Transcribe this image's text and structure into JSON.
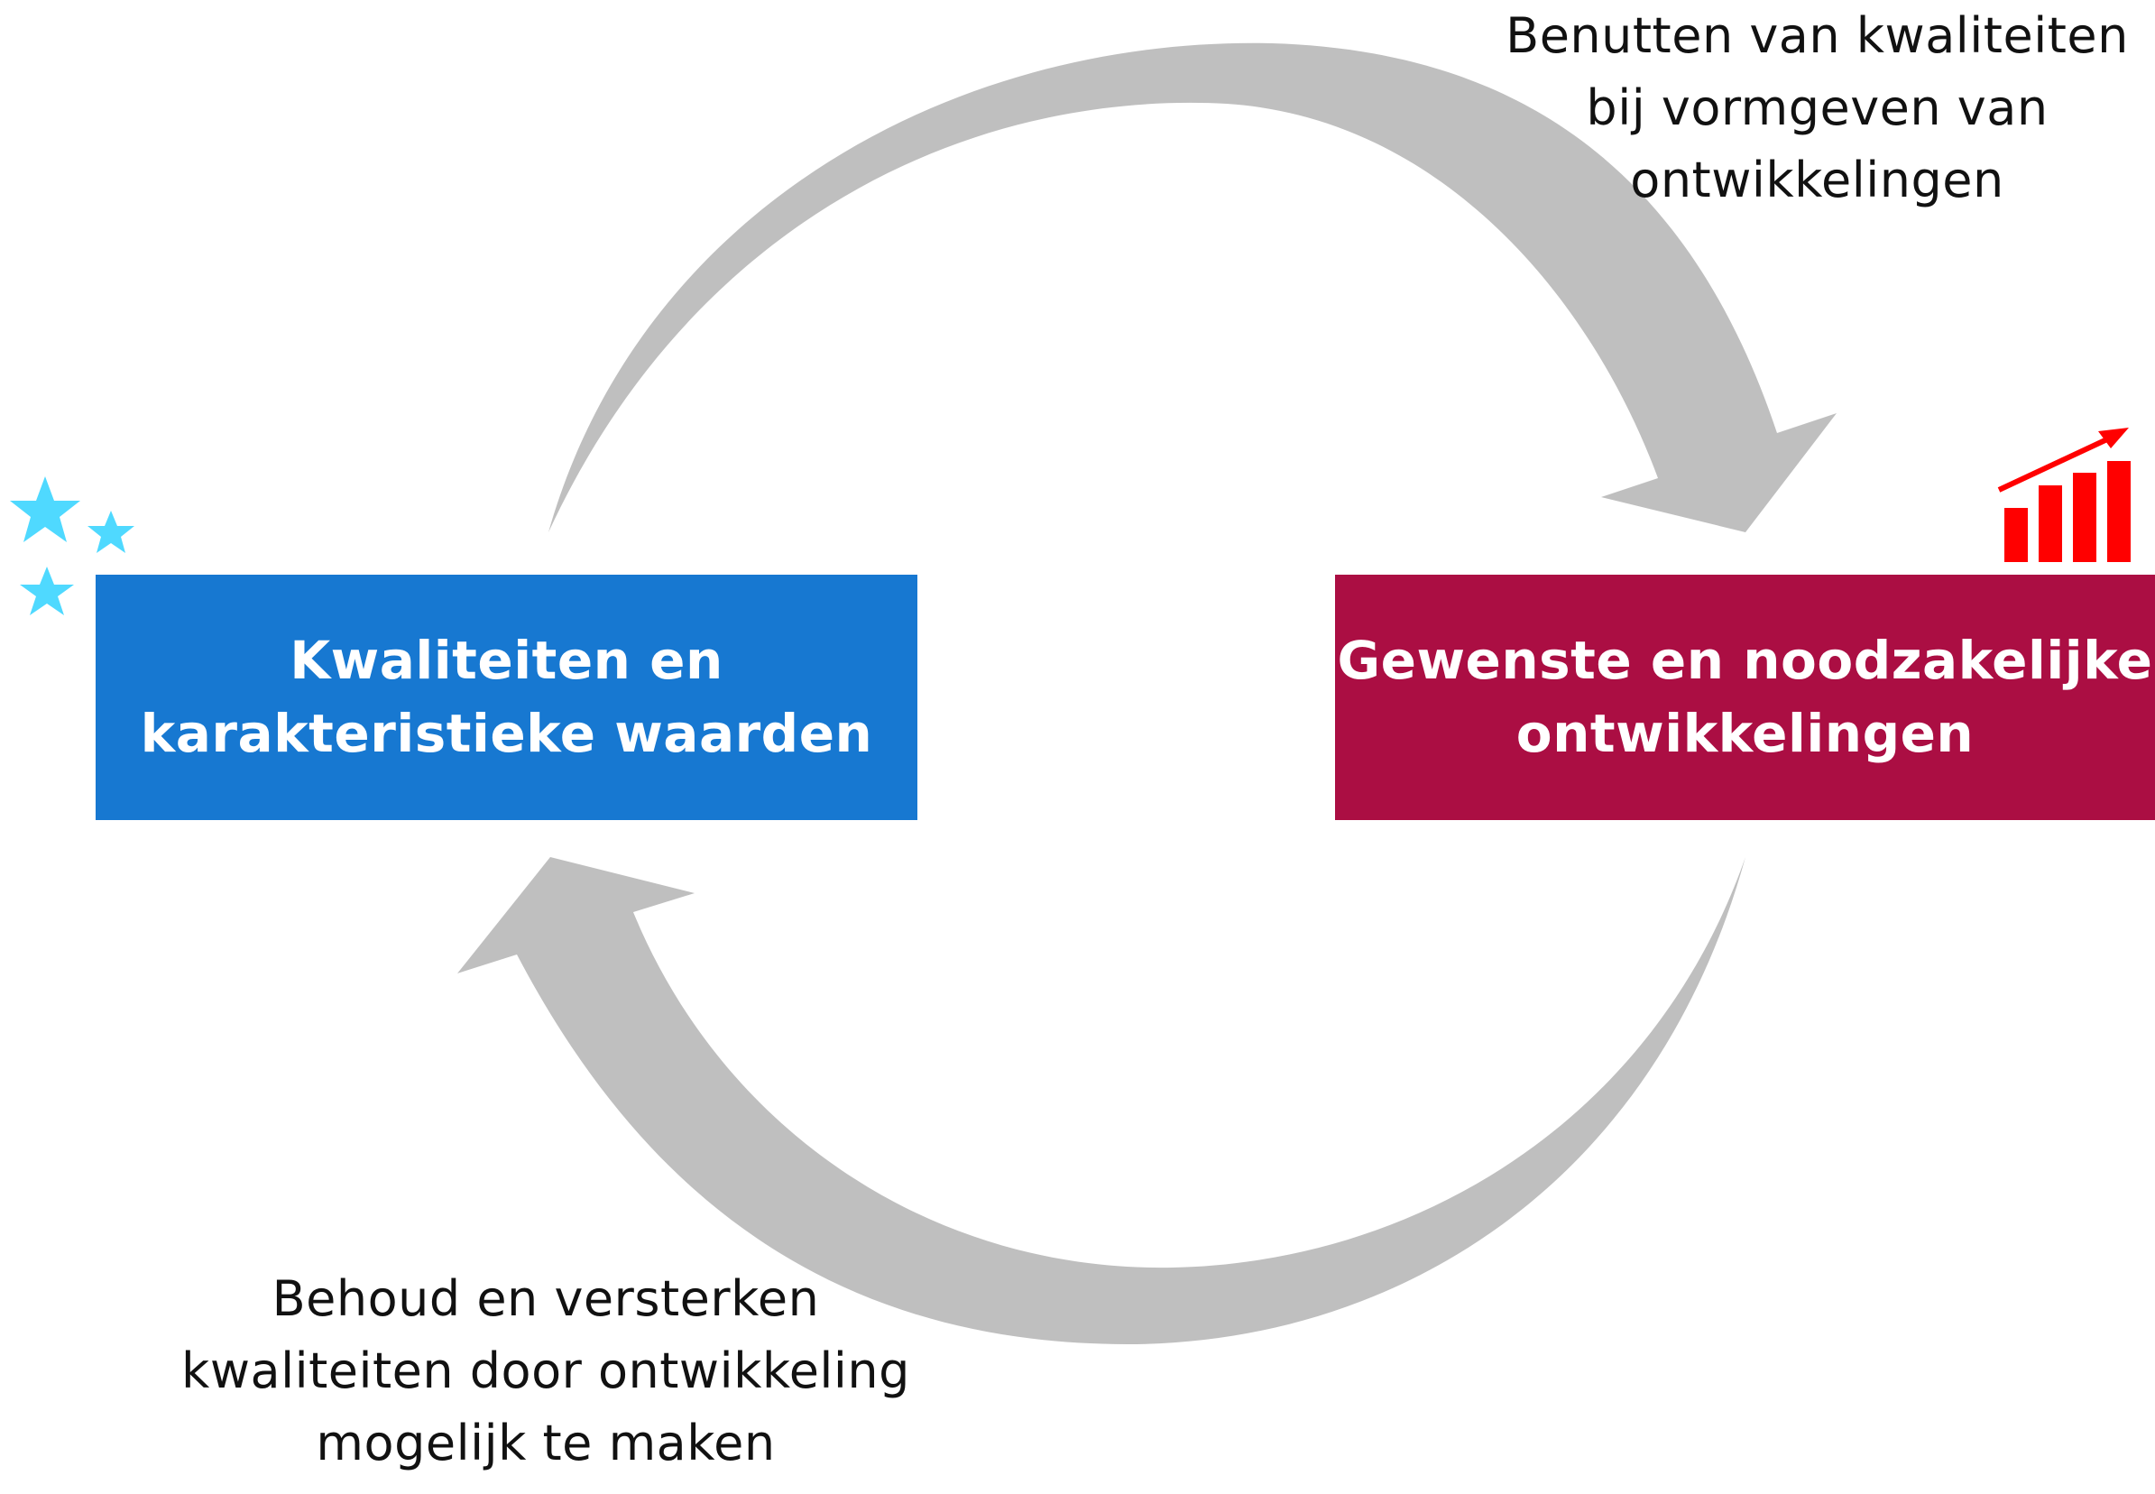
{
  "nodes": {
    "left": {
      "line1": "Kwaliteiten en",
      "line2": "karakteristieke waarden",
      "color": "#1778d1"
    },
    "right": {
      "line1": "Gewenste en noodzakelijke",
      "line2": "ontwikkelingen",
      "color": "#ab0e43"
    }
  },
  "edges": {
    "top": {
      "line1": "Benutten van kwaliteiten",
      "line2": "bij vormgeven van",
      "line3": "ontwikkelingen"
    },
    "bottom": {
      "line1": "Behoud en versterken",
      "line2": "kwaliteiten door ontwikkeling",
      "line3": "mogelijk te maken"
    }
  },
  "icons": {
    "left": "stars-icon",
    "right": "bar-chart-growth-icon"
  },
  "colors": {
    "arrow": "#bfbfbf",
    "stars": "#4fd9ff",
    "chart": "#ff0000",
    "text": "#111111"
  }
}
